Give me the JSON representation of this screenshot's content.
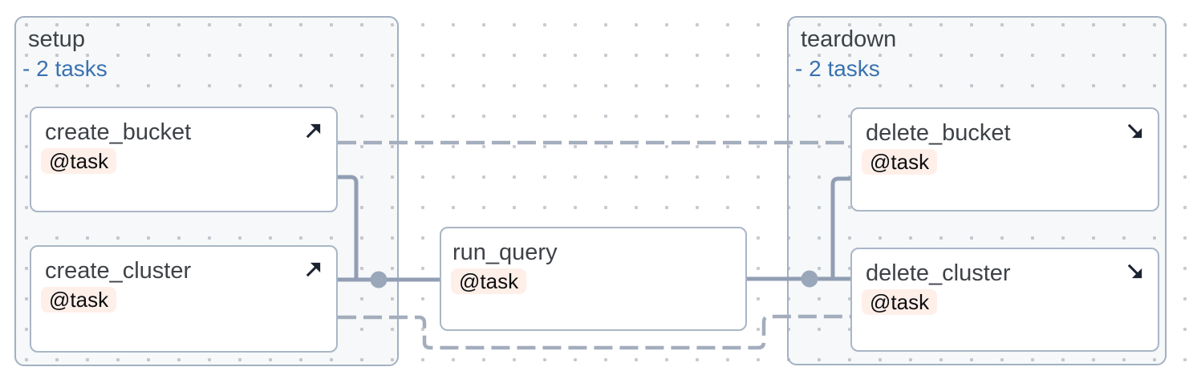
{
  "diagram": {
    "groups": [
      {
        "id": "setup",
        "label": "setup",
        "subtitle": "- 2 tasks"
      },
      {
        "id": "teardown",
        "label": "teardown",
        "subtitle": "- 2 tasks"
      }
    ],
    "nodes": [
      {
        "id": "create_bucket",
        "label": "create_bucket",
        "badge": "@task",
        "icon": "arrow-up-right",
        "group": "setup"
      },
      {
        "id": "create_cluster",
        "label": "create_cluster",
        "badge": "@task",
        "icon": "arrow-up-right",
        "group": "setup"
      },
      {
        "id": "run_query",
        "label": "run_query",
        "badge": "@task",
        "icon": null,
        "group": null
      },
      {
        "id": "delete_bucket",
        "label": "delete_bucket",
        "badge": "@task",
        "icon": "arrow-down-right",
        "group": "teardown"
      },
      {
        "id": "delete_cluster",
        "label": "delete_cluster",
        "badge": "@task",
        "icon": "arrow-down-right",
        "group": "teardown"
      }
    ],
    "edges": [
      {
        "from": "create_bucket",
        "to": "run_query",
        "style": "solid"
      },
      {
        "from": "create_cluster",
        "to": "run_query",
        "style": "solid"
      },
      {
        "from": "run_query",
        "to": "delete_bucket",
        "style": "solid"
      },
      {
        "from": "run_query",
        "to": "delete_cluster",
        "style": "solid"
      },
      {
        "from": "create_bucket",
        "to": "delete_bucket",
        "style": "dashed"
      },
      {
        "from": "create_cluster",
        "to": "delete_cluster",
        "style": "dashed"
      }
    ],
    "colors": {
      "edge_solid": "#919eb3",
      "edge_dashed": "#a3adbd",
      "junction_dot": "#9aa7bb",
      "node_border": "#a9b6c6",
      "group_border": "#a2b0c2",
      "badge_bg": "#ffefe9",
      "title_text": "#3e4247",
      "subtitle_text": "#3a72b0",
      "arrow_icon": "#1b2230",
      "grid_dot": "#c7cbd1"
    }
  }
}
